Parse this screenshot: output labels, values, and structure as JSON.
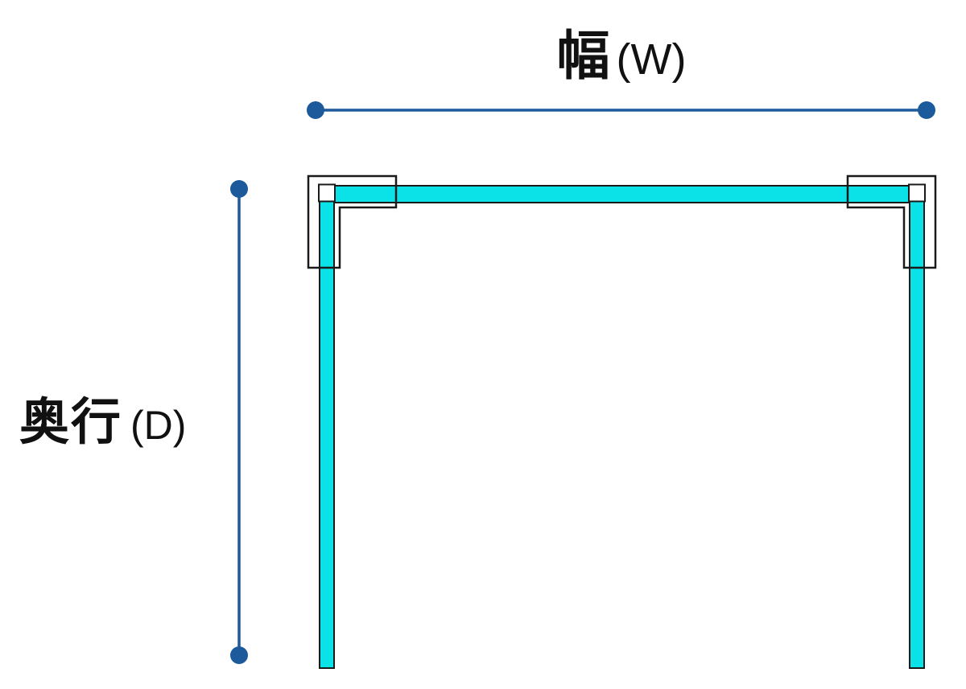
{
  "diagram": {
    "title": "frame-dimension-diagram",
    "width_label": {
      "kanji": "幅",
      "suffix": "(W)"
    },
    "depth_label": {
      "kanji": "奥行",
      "suffix": "(D)"
    }
  },
  "colors": {
    "dimension": "#1d5a9c",
    "frame_fill": "#0be2e8",
    "outline": "#1a1a1a",
    "background": "#ffffff",
    "text": "#111111"
  }
}
